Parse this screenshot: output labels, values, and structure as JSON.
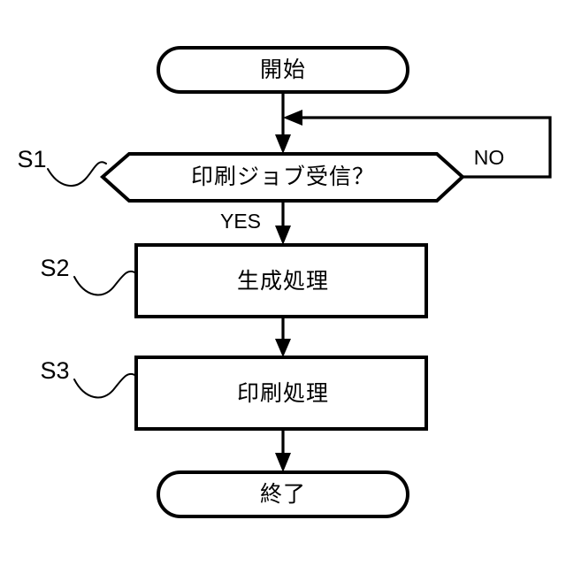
{
  "diagram": {
    "title": "",
    "type": "flowchart",
    "orientation": "vertical",
    "background_color": "#ffffff",
    "line_color": "#000000",
    "fill_color": "#ffffff",
    "nodes": [
      {
        "id": "start",
        "shape": "stadium",
        "label": "開始",
        "step_label": ""
      },
      {
        "id": "decision",
        "shape": "hexagon",
        "label": "印刷ジョブ受信？",
        "step_label": "S1"
      },
      {
        "id": "generate",
        "shape": "rectangle",
        "label": "生成処理",
        "step_label": "S2"
      },
      {
        "id": "print",
        "shape": "rectangle",
        "label": "印刷処理",
        "step_label": "S3"
      },
      {
        "id": "end",
        "shape": "stadium",
        "label": "終了",
        "step_label": ""
      }
    ],
    "edges": [
      {
        "id": "start-to-decision",
        "from": "start",
        "to": "decision",
        "label": ""
      },
      {
        "id": "decision-yes",
        "from": "decision",
        "to": "generate",
        "label": "YES"
      },
      {
        "id": "decision-no",
        "from": "decision",
        "to": "decision",
        "label": "NO"
      },
      {
        "id": "generate-to-print",
        "from": "generate",
        "to": "print",
        "label": ""
      },
      {
        "id": "print-to-end",
        "from": "print",
        "to": "end",
        "label": ""
      }
    ]
  }
}
